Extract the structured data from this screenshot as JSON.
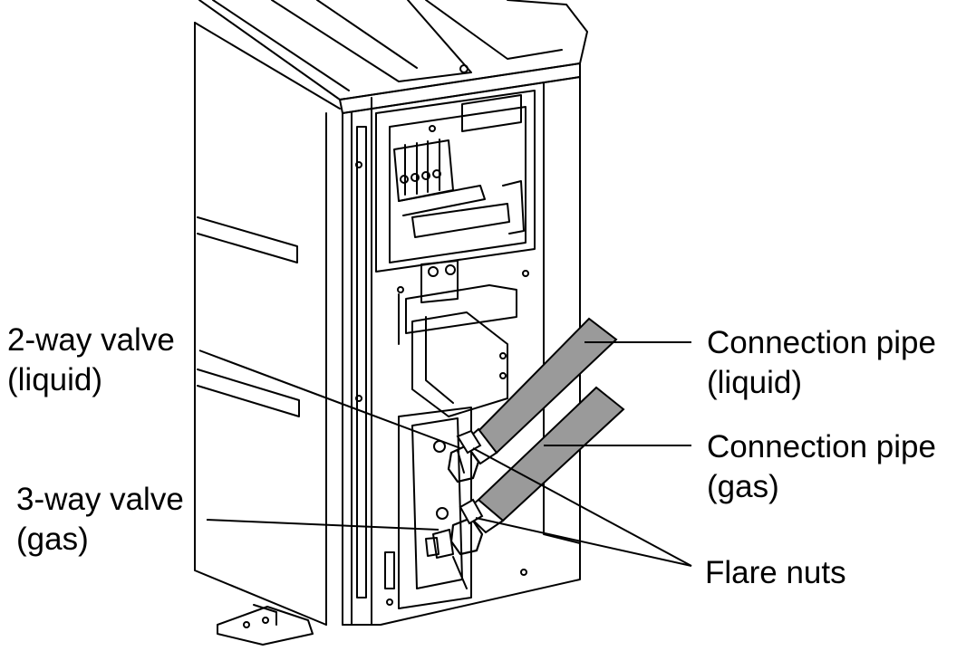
{
  "labels": {
    "two_way_valve": {
      "line1": "2-way valve",
      "line2": "(liquid)"
    },
    "three_way_valve": {
      "line1": "3-way valve",
      "line2": "(gas)"
    },
    "connection_pipe_liquid": {
      "line1": "Connection pipe",
      "line2": "(liquid)"
    },
    "connection_pipe_gas": {
      "line1": "Connection pipe",
      "line2": "(gas)"
    },
    "flare_nuts": {
      "line1": "Flare nuts"
    }
  },
  "colors": {
    "line": "#000000",
    "pipe_fill": "#9a9a9a",
    "background": "#ffffff"
  }
}
